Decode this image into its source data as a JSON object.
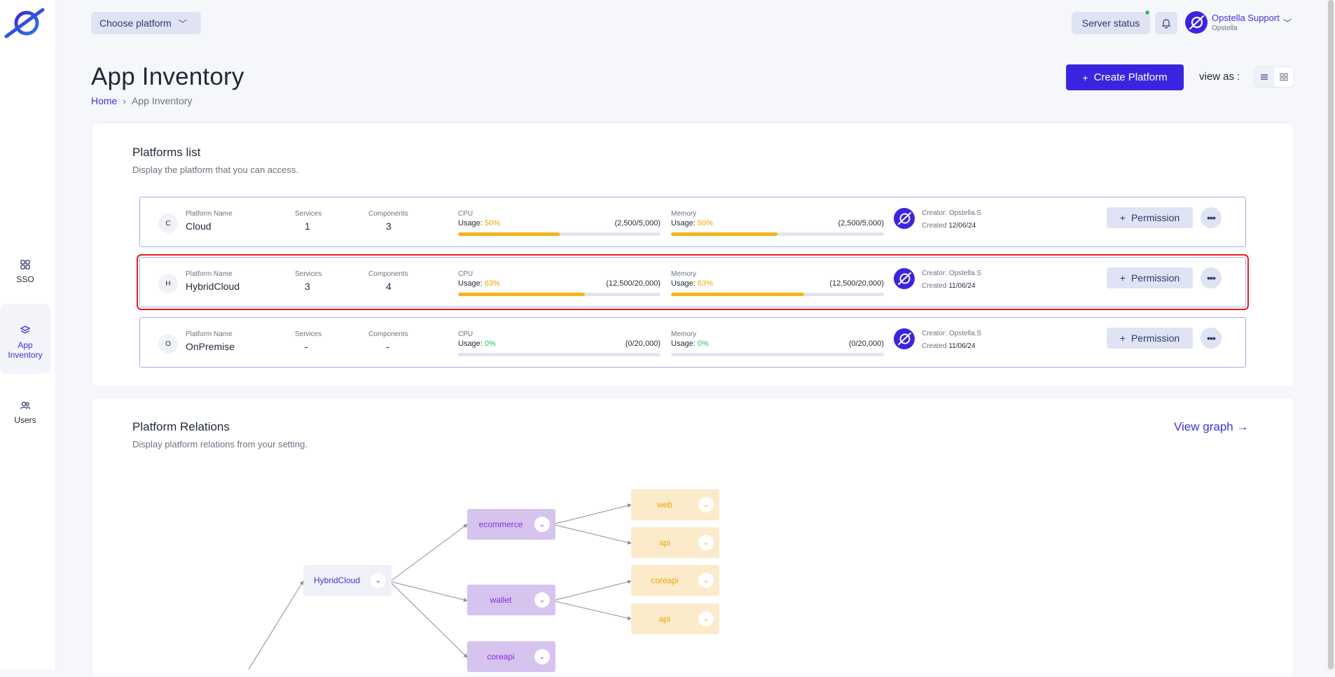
{
  "sidebar": {
    "items": [
      {
        "label": "SSO",
        "icon": "grid-icon"
      },
      {
        "label": "App Inventory",
        "icon": "layers-icon"
      },
      {
        "label": "Users",
        "icon": "users-icon"
      }
    ]
  },
  "topbar": {
    "choose_platform": "Choose platform",
    "server_status": "Server status",
    "user_name": "Opstella Support",
    "user_org": "Opstella"
  },
  "page": {
    "title": "App Inventory",
    "breadcrumb_home": "Home",
    "breadcrumb_current": "App Inventory",
    "create_button": "Create Platform",
    "view_as": "view as :"
  },
  "platforms_list": {
    "title": "Platforms list",
    "subtitle": "Display the platform that you can access.",
    "labels": {
      "name": "Platform Name",
      "services": "Services",
      "components": "Components",
      "cpu": "CPU",
      "memory": "Memory",
      "usage": "Usage:",
      "permission": "Permission"
    },
    "rows": [
      {
        "initial": "C",
        "name": "Cloud",
        "services": "1",
        "components": "3",
        "cpu_pct": "50%",
        "cpu_ratio": "(2,500/5,000)",
        "cpu_fill": 0.5,
        "mem_pct": "50%",
        "mem_ratio": "(2,500/5,000)",
        "mem_fill": 0.5,
        "creator": "Creator: Opstella.S",
        "created_label": "Created",
        "created_date": "12/06/24"
      },
      {
        "initial": "H",
        "name": "HybridCloud",
        "services": "3",
        "components": "4",
        "cpu_pct": "63%",
        "cpu_ratio": "(12,500/20,000)",
        "cpu_fill": 0.625,
        "mem_pct": "63%",
        "mem_ratio": "(12,500/20,000)",
        "mem_fill": 0.625,
        "creator": "Creator: Opstella.S",
        "created_label": "Created",
        "created_date": "11/06/24"
      },
      {
        "initial": "O",
        "name": "OnPremise",
        "services": "-",
        "components": "-",
        "cpu_pct": "0%",
        "cpu_ratio": "(0/20,000)",
        "cpu_fill": 0,
        "mem_pct": "0%",
        "mem_ratio": "(0/20,000)",
        "mem_fill": 0,
        "creator": "Creator: Opstella.S",
        "created_label": "Created",
        "created_date": "11/06/24"
      }
    ]
  },
  "relations": {
    "title": "Platform Relations",
    "subtitle": "Display platform relations from your setting.",
    "view_graph": "View graph",
    "nodes": {
      "root": "HybridCloud",
      "ecommerce": "ecommerce",
      "wallet": "wallet",
      "coreapi_mid": "coreapi",
      "web": "web",
      "api1": "api",
      "coreapi_leaf": "coreapi",
      "api2": "api"
    }
  },
  "colors": {
    "accent": "#3b24e0",
    "usage_bar": "#f3b51c",
    "selection": "#e01f1f"
  }
}
